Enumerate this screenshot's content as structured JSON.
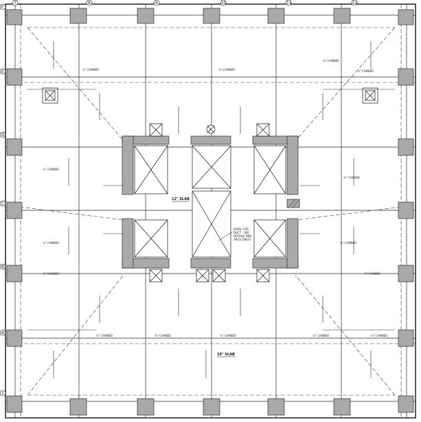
{
  "drawing": {
    "grid_labels_top": [
      "7",
      "8",
      "9",
      "10",
      "11",
      "12"
    ],
    "grid_labels_left": [
      "F",
      "E",
      "D",
      "C",
      "B",
      "A",
      "1"
    ],
    "slab_labels": {
      "upper": "12\" SLAB",
      "lower": "10\" SLAB"
    },
    "note": {
      "line1": "OPEN. FOR",
      "line2": "DUCT - SEE",
      "line3": "DETAILS AND",
      "line4": "ARCH DWGS"
    },
    "camber_text": "¾\" CAMBER",
    "colors": {
      "line": "#111111",
      "column_fill": "#a9a9a9",
      "shaft_fill": "#ffffff",
      "dashed": "#333333"
    }
  }
}
